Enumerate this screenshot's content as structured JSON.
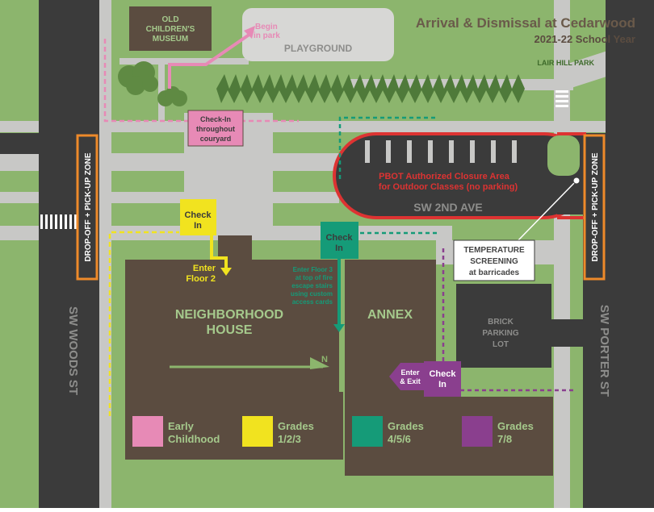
{
  "title": {
    "main": "Arrival & Dismissal at Cedarwood",
    "sub": "2021-22 School Year"
  },
  "places": {
    "museum_line1": "OLD",
    "museum_line2": "CHILDREN'S",
    "museum_line3": "MUSEUM",
    "playground": "PLAYGROUND",
    "park": "LAIR HILL PARK",
    "neighborhood_line1": "NEIGHBORHOOD",
    "neighborhood_line2": "HOUSE",
    "annex": "ANNEX",
    "parking_line1": "BRICK",
    "parking_line2": "PARKING",
    "parking_line3": "LOT",
    "north": "N"
  },
  "streets": {
    "woods": "SW WOODS ST",
    "porter": "SW PORTER ST",
    "second": "SW 2ND AVE"
  },
  "zones": {
    "dropoff_left": "DROP-OFF + PICK-UP ZONE",
    "dropoff_right": "DROP-OFF + PICK-UP ZONE",
    "closure_line1": "PBOT Authorized Closure Area",
    "closure_line2": "for Outdoor Classes (no parking)",
    "temp_line1": "TEMPERATURE",
    "temp_line2": "SCREENING",
    "temp_line3": "at barricades"
  },
  "labels": {
    "begin_line1": "Begin",
    "begin_line2": "in park",
    "pink_line1": "Check-In",
    "pink_line2": "throughout",
    "pink_line3": "couryard",
    "yellow_line1": "Check",
    "yellow_line2": "In",
    "yellow_enter1": "Enter",
    "yellow_enter2": "Floor 2",
    "green_line1": "Check",
    "green_line2": "In",
    "green_note1": "Enter Floor 3",
    "green_note2": "at top of fire",
    "green_note3": "escape stairs",
    "green_note4": "using custom",
    "green_note5": "access cards",
    "purple_line1": "Check",
    "purple_line2": "In",
    "purple_enter1": "Enter",
    "purple_enter2": "& Exit"
  },
  "legend": [
    {
      "line1": "Early",
      "line2": "Childhood",
      "color": "#e78ab6"
    },
    {
      "line1": "Grades",
      "line2": "1/2/3",
      "color": "#f1e31f"
    },
    {
      "line1": "Grades",
      "line2": "4/5/6",
      "color": "#159b78"
    },
    {
      "line1": "Grades",
      "line2": "7/8",
      "color": "#8a3f8e"
    }
  ],
  "colors": {
    "grass": "#8cb56d",
    "sidewalk": "#c8c8c6",
    "road": "#3b3b3b",
    "building": "#5b4c40",
    "building_text": "#a5c98c",
    "orange": "#ee8a2a",
    "red": "#dd3332",
    "pink": "#e78ab6",
    "yellow": "#f1e31f",
    "green": "#159b78",
    "purple": "#8a3f8e"
  }
}
